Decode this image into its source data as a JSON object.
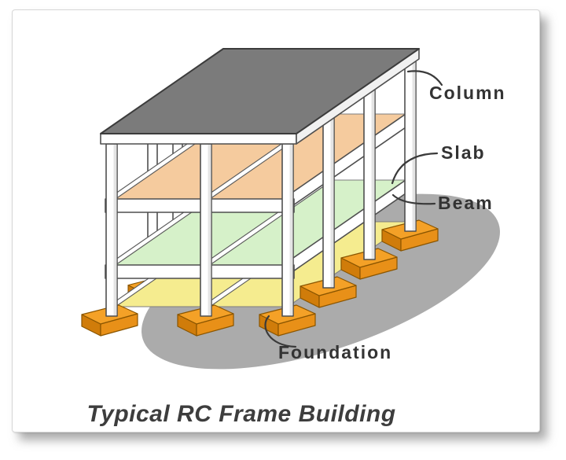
{
  "figure": {
    "type": "labeled-diagram",
    "caption": "Typical RC Frame Building",
    "callouts": {
      "column": "Column",
      "slab": "Slab",
      "beam": "Beam",
      "foundation": "Foundation"
    },
    "colors": {
      "roof_slab": "#7B7B7B",
      "upper_floor_slab": "#F5CB9E",
      "middle_floor_slab": "#D6F1C9",
      "ground_floor_slab": "#F5EC8F",
      "foundation_orange": "#F4A127",
      "frame_white": "#FFFFFF",
      "ground_shadow": "#ABABAB",
      "outline": "#4A4A4A",
      "label_text": "#333333"
    }
  }
}
